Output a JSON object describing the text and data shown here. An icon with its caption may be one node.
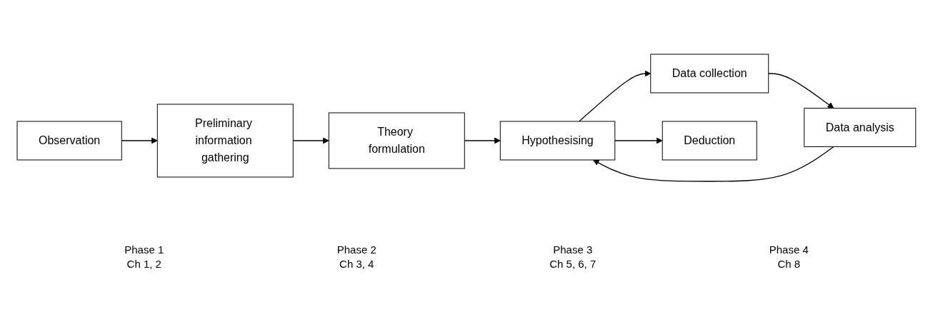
{
  "diagram": {
    "nodes": [
      {
        "text": [
          "Observation"
        ]
      },
      {
        "text": [
          "Preliminary information gathering"
        ]
      },
      {
        "text": [
          "Theory formulation"
        ]
      },
      {
        "text": [
          "Data analysis"
        ]
      },
      {
        "text": [
          "Data collection"
        ]
      },
      {
        "text": [
          "Hypothesising"
        ]
      },
      {
        "text": [
          "Deduction"
        ]
      }
    ],
    "edges": [
      {
        "from": 0,
        "to": 1,
        "arrow": "to"
      },
      {
        "from": 1,
        "to": 2,
        "arrow": "to"
      },
      {
        "from": 2,
        "to": 5,
        "arrow": "to"
      },
      {
        "from": 5,
        "to": 4,
        "arrow": "to"
      },
      {
        "from": 4,
        "to": 3,
        "arrow": "to"
      },
      {
        "from": 3,
        "to": 5,
        "arrow": "to"
      },
      {
        "from": 5,
        "to": 6,
        "arrow": "to"
      }
    ],
    "labels": [
      "Phase 1",
      "Ch 1, 2",
      "Phase 2",
      "Ch 3, 4",
      "Phase 3",
      "Ch 5, 6, 7",
      "Phase 4",
      "Ch 8"
    ]
  }
}
